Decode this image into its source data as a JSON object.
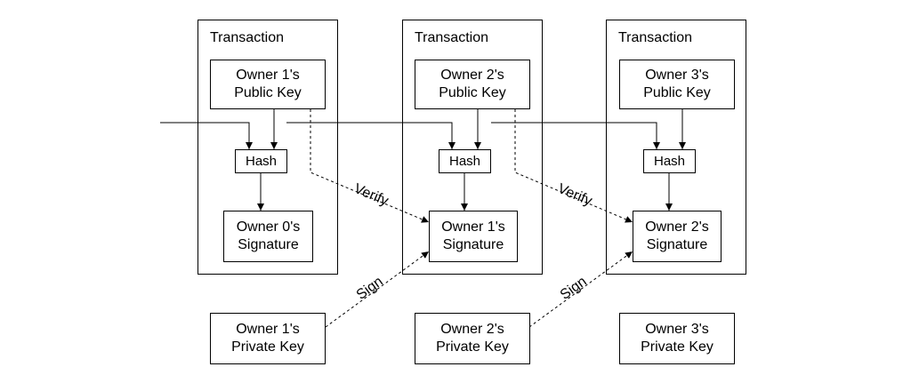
{
  "transactions": [
    {
      "title": "Transaction",
      "public_key": "Owner 1's\nPublic Key",
      "hash": "Hash",
      "signature": "Owner 0's\nSignature"
    },
    {
      "title": "Transaction",
      "public_key": "Owner 2's\nPublic Key",
      "hash": "Hash",
      "signature": "Owner 1's\nSignature"
    },
    {
      "title": "Transaction",
      "public_key": "Owner 3's\nPublic Key",
      "hash": "Hash",
      "signature": "Owner 2's\nSignature"
    }
  ],
  "private_keys": [
    "Owner 1's\nPrivate Key",
    "Owner 2's\nPrivate Key",
    "Owner 3's\nPrivate Key"
  ],
  "edge_labels": {
    "verify": "Verify",
    "sign": "Sign"
  }
}
